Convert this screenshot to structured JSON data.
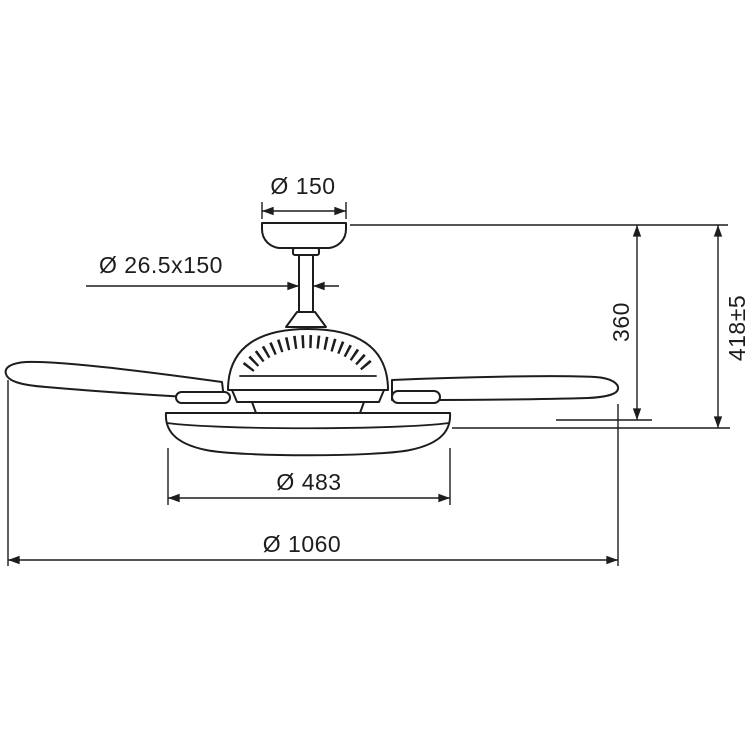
{
  "colors": {
    "line": "#1d1d1b",
    "background": "#ffffff"
  },
  "drawing": {
    "dimensions": {
      "canopy_diameter": "Ø 150",
      "downrod_size": "Ø 26.5x150",
      "drop_height": "360",
      "total_height": "418±5",
      "body_diameter": "Ø 483",
      "blade_sweep": "Ø 1060"
    }
  }
}
